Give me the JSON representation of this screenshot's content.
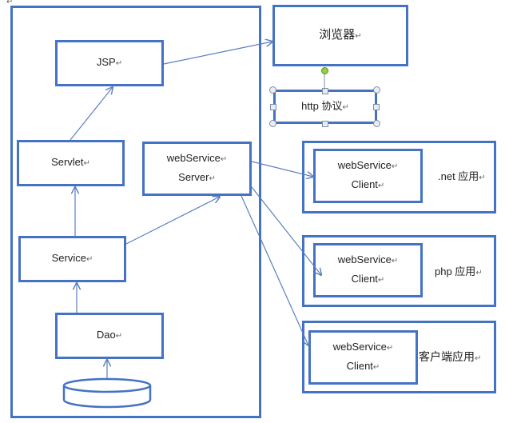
{
  "diagram": {
    "paragraph_mark": "↵",
    "server_side": {
      "jsp": "JSP",
      "servlet": "Servlet",
      "service": "Service",
      "dao": "Dao",
      "ws_server_line1": "webService",
      "ws_server_line2": "Server"
    },
    "browser": "浏览器",
    "protocol": "http 协议",
    "clients": [
      {
        "line1": "webService",
        "line2": "Client",
        "app": ".net 应用"
      },
      {
        "line1": "webService",
        "line2": "Client",
        "app": "php 应用"
      },
      {
        "line1": "webService",
        "line2": "Client",
        "app": "客户端应用"
      }
    ],
    "colors": {
      "stroke": "#4472c4",
      "arrow": "#5b7fc0",
      "rotation_handle": "#8fd13f"
    }
  }
}
